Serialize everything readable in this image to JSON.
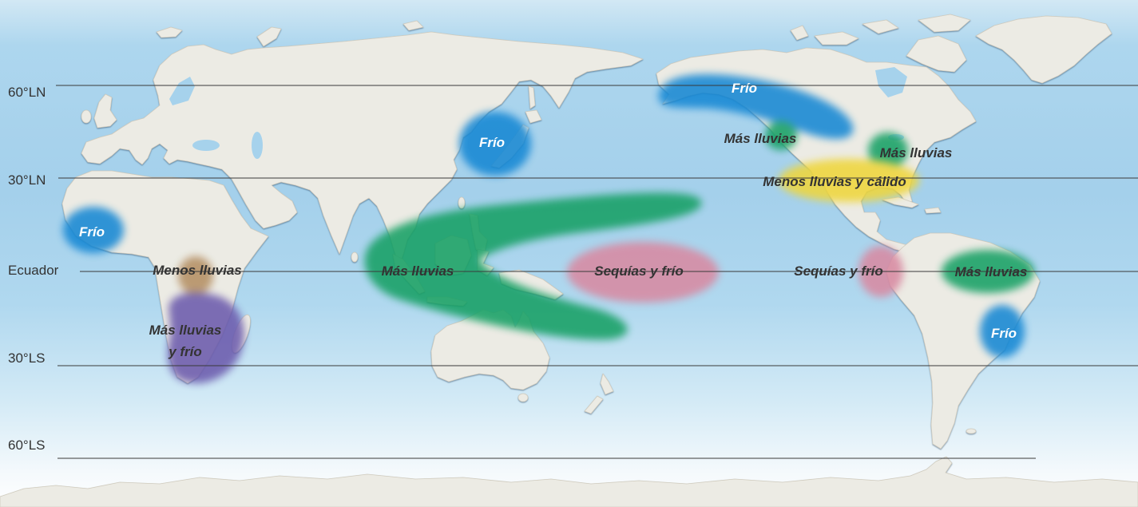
{
  "latitude_lines": [
    {
      "label": "60°LN"
    },
    {
      "label": "30°LN"
    },
    {
      "label": "Ecuador"
    },
    {
      "label": "30°LS"
    },
    {
      "label": "60°LS"
    }
  ],
  "zones": [
    {
      "label": "Frío",
      "color": "#1688d4"
    },
    {
      "label": "Menos lluvias",
      "color": "#a27038"
    },
    {
      "label_lines": [
        "Más lluvias",
        "y frío"
      ],
      "color": "#6c5bad"
    },
    {
      "label": "Frío",
      "color": "#1688d4"
    },
    {
      "label": "Más lluvias",
      "color": "#17a065"
    },
    {
      "label": "Sequías y frío",
      "color": "#d88aa2"
    },
    {
      "label": "Frío",
      "color": "#1688d4"
    },
    {
      "label": "Más lluvias",
      "color": "#17a065"
    },
    {
      "label": "Más lluvias",
      "color": "#17a065"
    },
    {
      "label": "Menos lluvias y cálido",
      "color": "#efd63c"
    },
    {
      "label": "Sequías y frío",
      "color": "#d88aa2"
    },
    {
      "label": "Más lluvias",
      "color": "#17a065"
    },
    {
      "label": "Frío",
      "color": "#1688d4"
    }
  ],
  "colors": {
    "land": "#ecebe4",
    "ocean": "#a6d2ec",
    "grid_line": "#3a3a3a",
    "label_text": "#333333",
    "label_on_cold": "#ffffff"
  }
}
